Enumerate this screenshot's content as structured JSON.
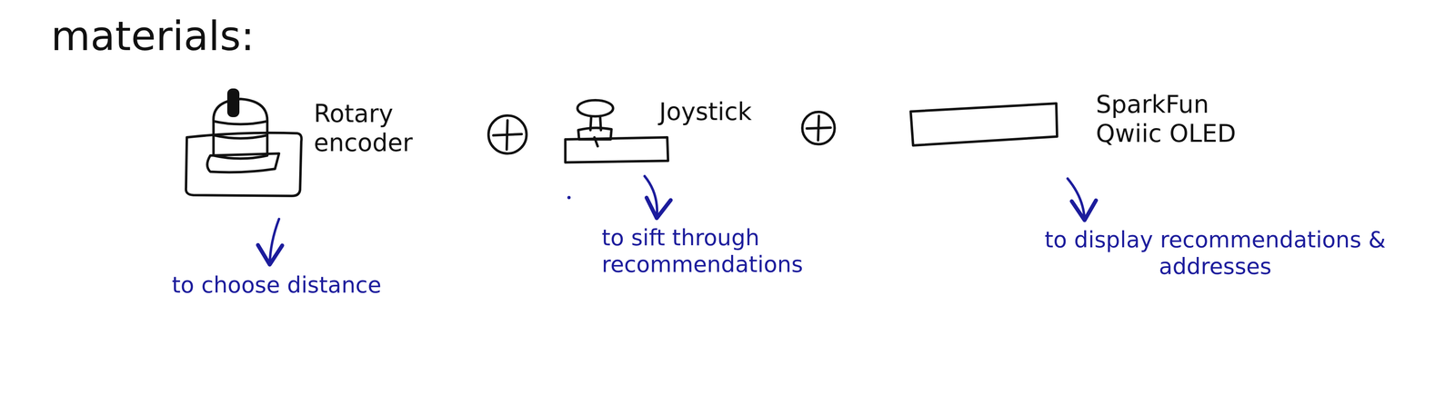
{
  "diagram": {
    "title": "materials:",
    "labels": [
      "Rotary encoder",
      "Joystick",
      "SparkFun Qwiic OLED",
      "to choose distance",
      "to sift through recommendations",
      "to display recommendations & addresses"
    ]
  }
}
